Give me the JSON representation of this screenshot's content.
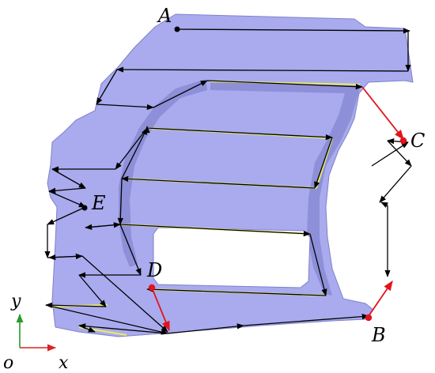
{
  "labels": {
    "A": "A",
    "B": "B",
    "C": "C",
    "D": "D",
    "E": "E"
  },
  "axes": {
    "origin": "o",
    "x": "x",
    "y": "y"
  },
  "colors": {
    "part_fill": "#a9abee",
    "part_shade": "#8d8fd8",
    "part_edge": "#7f81c9",
    "path_black": "#000000",
    "path_red": "#e1141b",
    "seam_yellow": "#e8e86a",
    "axis_x": "#e02020",
    "axis_y": "#2a9a2a"
  },
  "icons": {
    "arrow": "arrowhead-icon",
    "point": "point-marker-icon"
  }
}
